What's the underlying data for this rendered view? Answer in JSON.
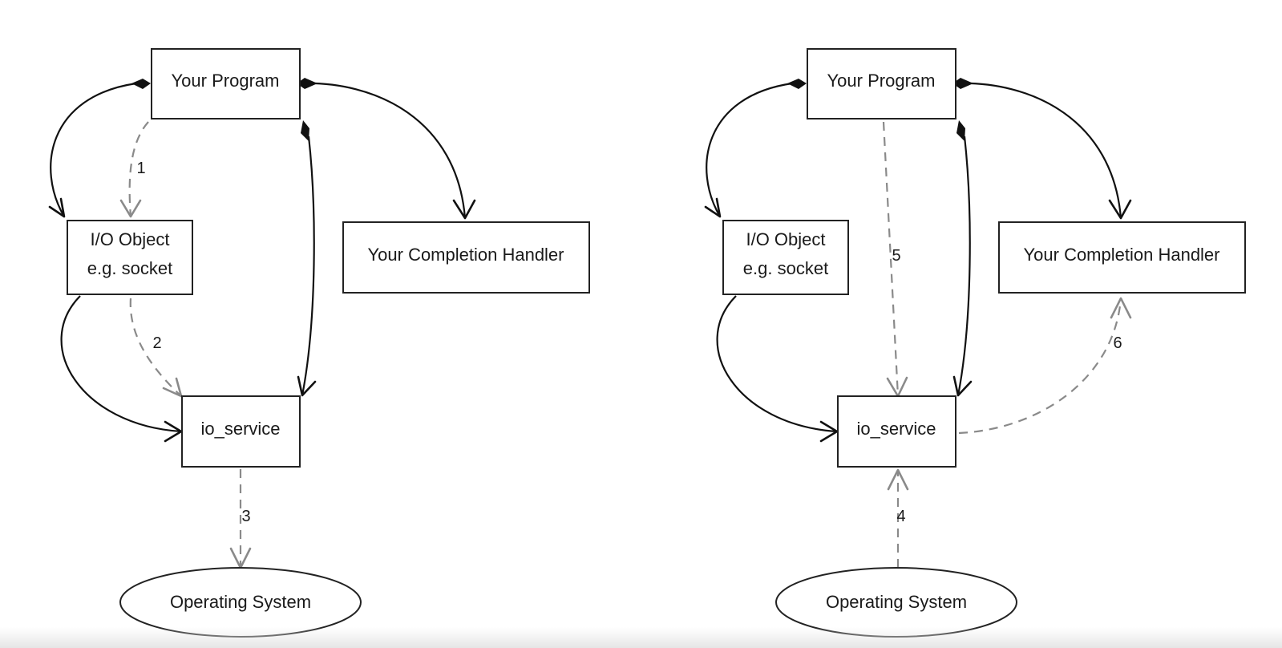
{
  "left_diagram": {
    "nodes": {
      "program": "Your Program",
      "io_object_line1": "I/O Object",
      "io_object_line2": "e.g. socket",
      "handler": "Your Completion Handler",
      "io_service": "io_service",
      "os": "Operating System"
    },
    "steps": {
      "s1": "1",
      "s2": "2",
      "s3": "3"
    }
  },
  "right_diagram": {
    "nodes": {
      "program": "Your Program",
      "io_object_line1": "I/O Object",
      "io_object_line2": "e.g. socket",
      "handler": "Your Completion Handler",
      "io_service": "io_service",
      "os": "Operating System"
    },
    "steps": {
      "s4": "4",
      "s5": "5",
      "s6": "6"
    }
  }
}
